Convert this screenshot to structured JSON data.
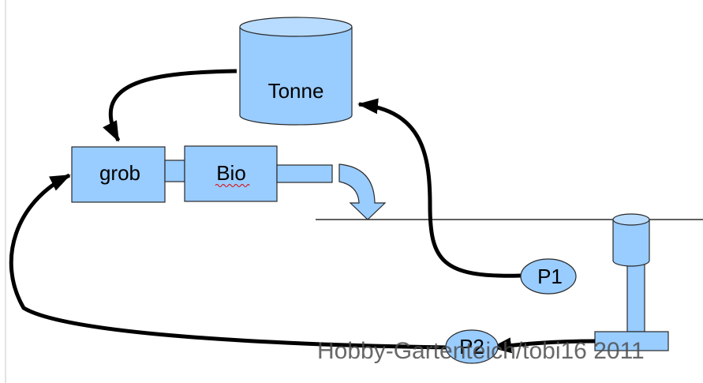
{
  "colors": {
    "fill": "#99ccff",
    "fill_light": "#b8dcff",
    "stroke": "#2a2a2a",
    "arrow": "#000000",
    "watermark": "#4d4d4d",
    "spellcheck": "#e00000"
  },
  "labels": {
    "tonne": "Tonne",
    "grob": "grob",
    "bio": "Bio",
    "p1": "P1",
    "p2": "P2"
  },
  "watermark": "Hobby-Gartenteich/tobi16 2011"
}
